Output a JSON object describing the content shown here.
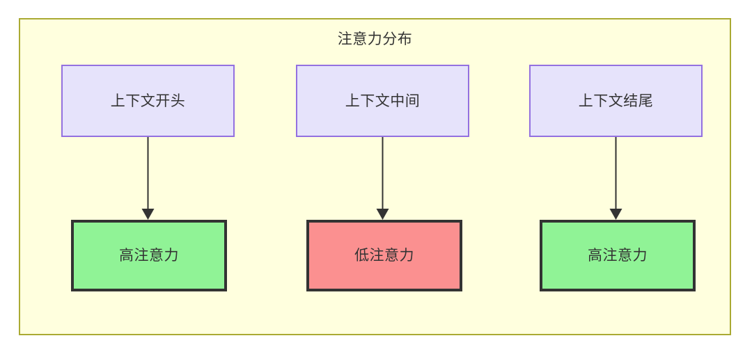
{
  "diagram": {
    "title": "注意力分布",
    "type": "flowchart",
    "direction": "top-down",
    "container": {
      "fill_color": "#ffffde",
      "border_color": "#aaaa33"
    },
    "palette": {
      "context_fill": "#e6e3fb",
      "context_border": "#9370e0",
      "high_attention_fill": "#90f396",
      "low_attention_fill": "#fb9090",
      "attention_border": "#333333",
      "edge_color": "#333333",
      "text_color": "#333333"
    },
    "nodes": [
      {
        "id": "context-start",
        "label": "上下文开头",
        "row": "top",
        "column": 1,
        "style": "context"
      },
      {
        "id": "context-middle",
        "label": "上下文中间",
        "row": "top",
        "column": 2,
        "style": "context"
      },
      {
        "id": "context-end",
        "label": "上下文结尾",
        "row": "top",
        "column": 3,
        "style": "context"
      },
      {
        "id": "high-attention-start",
        "label": "高注意力",
        "row": "bottom",
        "column": 1,
        "style": "high-attention"
      },
      {
        "id": "low-attention-middle",
        "label": "低注意力",
        "row": "bottom",
        "column": 2,
        "style": "low-attention"
      },
      {
        "id": "high-attention-end",
        "label": "高注意力",
        "row": "bottom",
        "column": 3,
        "style": "high-attention"
      }
    ],
    "edges": [
      {
        "from": "context-start",
        "to": "high-attention-start",
        "label": "",
        "arrow": "solid"
      },
      {
        "from": "context-middle",
        "to": "low-attention-middle",
        "label": "",
        "arrow": "solid"
      },
      {
        "from": "context-end",
        "to": "high-attention-end",
        "label": "",
        "arrow": "solid"
      }
    ]
  }
}
